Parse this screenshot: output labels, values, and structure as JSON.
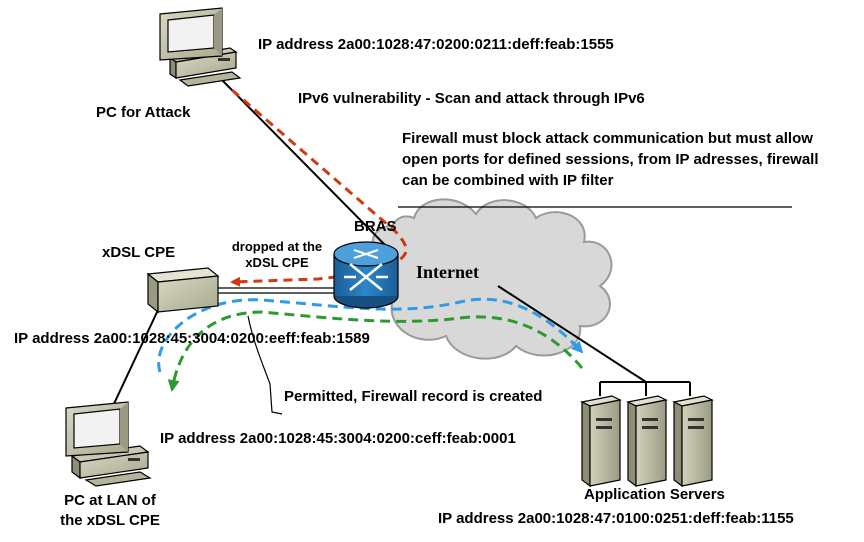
{
  "labels": {
    "attack_pc_ip": "IP address 2a00:1028:47:0200:0211:deff:feab:1555",
    "attack_pc_name": "PC for Attack",
    "vulnerability": "IPv6 vulnerability - Scan and attack through IPv6",
    "firewall_note": "Firewall must block attack communication but must allow open ports for defined sessions, from IP adresses, firewall can be combined with IP filter",
    "bras": "BRAS",
    "internet": "Internet",
    "xdsl_cpe": "xDSL CPE",
    "dropped_line1": "dropped at the",
    "dropped_line2": "xDSL CPE",
    "cpe_ip": "IP address 2a00:1028:45:3004:0200:eeff:feab:1589",
    "permitted": "Permitted, Firewall record is created",
    "lan_pc_ip": "IP address 2a00:1028:45:3004:0200:ceff:feab:0001",
    "lan_pc_name_line1": "PC at LAN of",
    "lan_pc_name_line2": "the xDSL CPE",
    "servers_name": "Application Servers",
    "servers_ip": "IP address 2a00:1028:47:0100:0251:deff:feab:1155"
  },
  "icons": {
    "attack_pc": "desktop-computer-icon",
    "lan_pc": "desktop-computer-icon",
    "cpe": "xdsl-modem-icon",
    "bras": "router-icon",
    "internet": "cloud-icon",
    "servers": "server-tower-icon"
  },
  "colors": {
    "attack_path": "#d03a10",
    "blue_path": "#2f9be6",
    "green_path": "#2e9a2e",
    "router": "#1f6fb0",
    "cloud": "#d8d8d8"
  }
}
